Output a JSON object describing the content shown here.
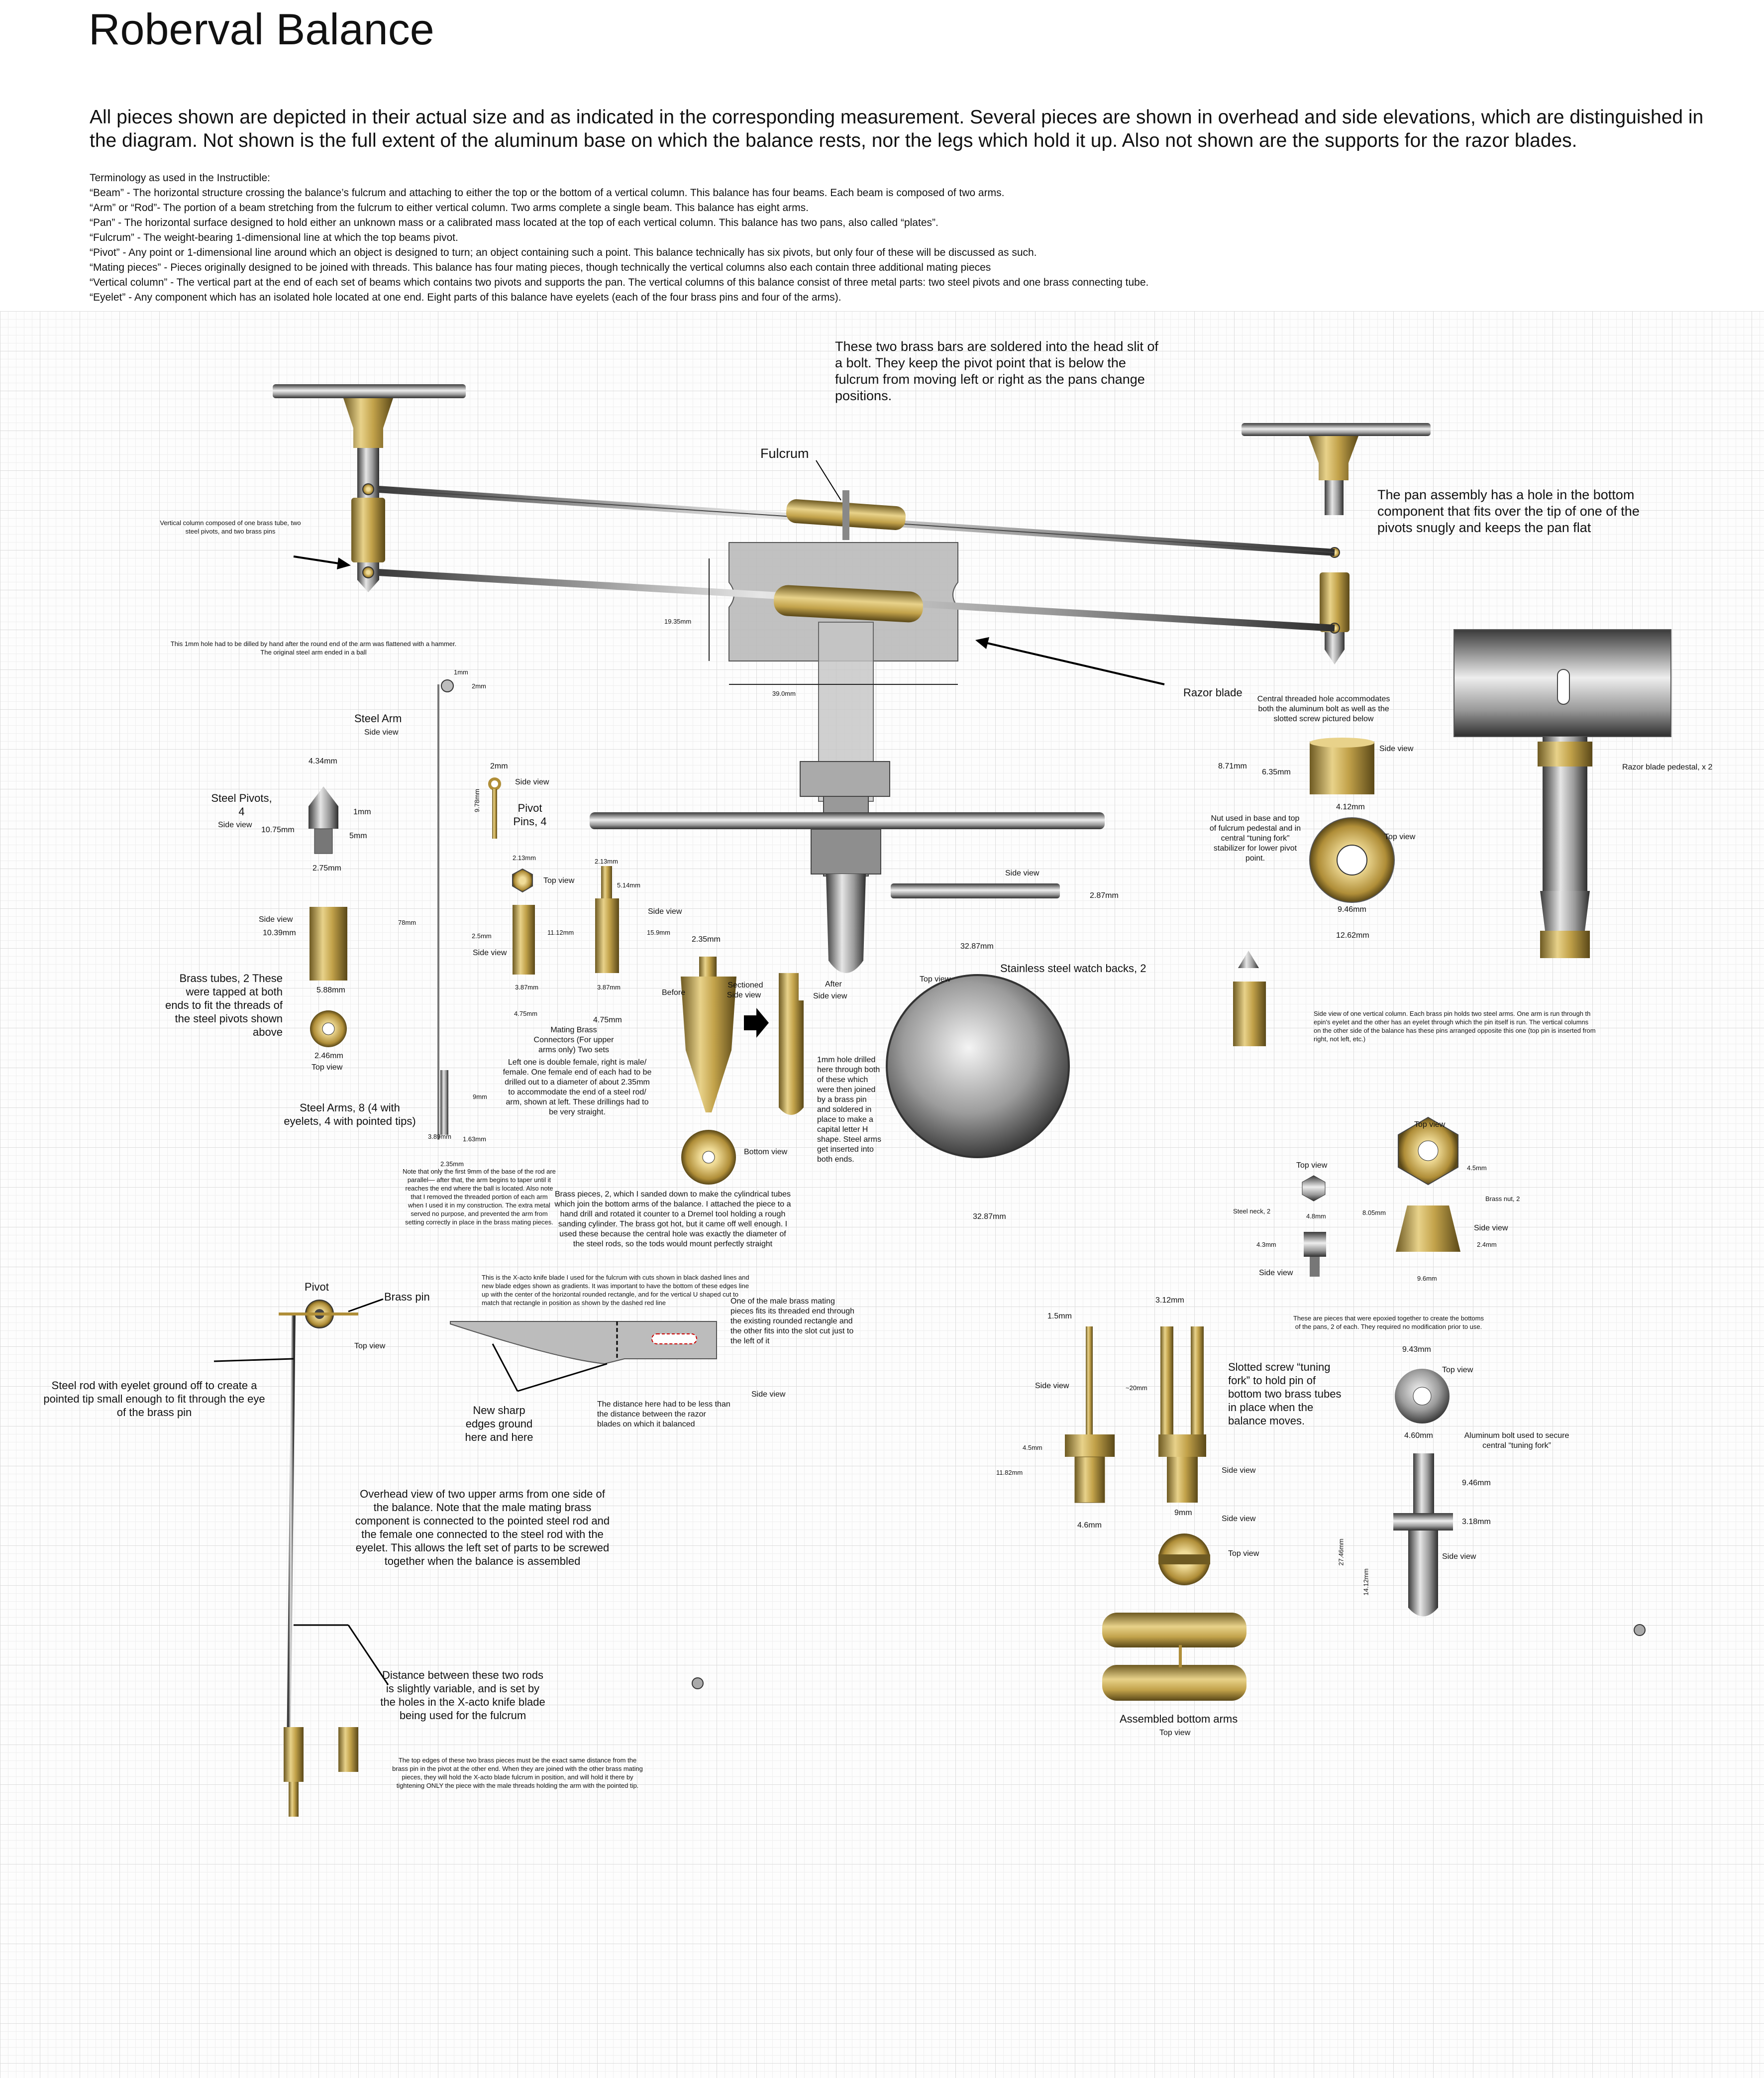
{
  "title": "Roberval Balance",
  "intro": "All pieces shown are depicted in their actual size and as indicated in the corresponding measurement.  Several pieces are shown in overhead and side elevations, which are distinguished in the diagram.  Not shown is the full extent of the aluminum base on which the balance rests, nor the legs which hold it up.  Also not shown are the supports for the razor blades.",
  "terminology": {
    "heading": "Terminology as used in the Instructible:",
    "items": [
      "“Beam” - The horizontal structure crossing the balance’s fulcrum and attaching to either the top or the bottom of a vertical column.  This balance has four beams.  Each beam is composed of two arms.",
      "“Arm”  or “Rod”- The portion of a beam stretching from the fulcrum to either vertical column.  Two arms complete a single beam.  This balance has eight arms.",
      "“Pan” - The horizontal surface designed to hold either an unknown mass or a calibrated mass located at the top of each vertical column.  This balance has two pans, also called “plates”.",
      "“Fulcrum” - The weight-bearing 1-dimensional line at which the top beams pivot.",
      "“Pivot” - Any point or 1-dimensional line around which an object is designed to turn; an object containing such a point.  This balance technically has six pivots, but only four of these will be discussed as such.",
      "“Mating pieces” - Pieces originally designed to be joined with threads.  This balance has four mating pieces, though technically the vertical columns also each contain three additional mating pieces",
      "“Vertical column” - The vertical part at the end of each set of beams which contains two pivots and supports the pan.  The vertical columns of this balance consist of three metal parts: two steel pivots and one brass connecting tube.",
      "“Eyelet” - Any component which has  an isolated hole located at one end.  Eight parts of this balance have eyelets (each of the four brass pins and four of the arms)."
    ]
  },
  "colors": {
    "brass": "#c2a24a",
    "brass_dark": "#6e5a22",
    "steel": "#9a9a9a",
    "grid": "#dcdcdc",
    "blade": "#b4b4b4"
  },
  "labels": {
    "brass_bars_note": "These two brass bars are soldered into the head slit of a bolt. They keep the pivot point that is below the fulcrum from moving left or right as the pans change positions.",
    "fulcrum": "Fulcrum",
    "pan_assembly_note": "The pan assembly has a hole in the bottom component that fits over the tip of one of the pivots snugly and keeps the pan flat",
    "vertical_column_note": "Vertical column composed of one brass tube, two steel pivots, and two brass pins",
    "dim_19_35": "19.35mm",
    "dim_39_0": "39.0mm",
    "razor_blade": "Razor blade",
    "drill_note": "This 1mm hole had to be dilled by hand after the round end of the arm was flattened with a hammer. The original steel arm ended in a  ball",
    "dim_1mm_a": "1mm",
    "dim_2mm_a": "2mm",
    "steel_arm": "Steel Arm",
    "side_view_arm": "Side view",
    "dim_2mm_pin": "2mm",
    "side_view_pin": "Side view",
    "pivot_pins": "Pivot Pins, 4",
    "dim_9_78": "9.78mm",
    "dim_4_34": "4.34mm",
    "steel_pivots": "Steel Pivots, 4",
    "side_view_pivots": "Side view",
    "dim_10_75": "10.75mm",
    "dim_1mm_b": "1mm",
    "dim_5mm": "5mm",
    "dim_2_75": "2.75mm",
    "dim_78mm": "78mm",
    "side_view_tube": "Side view",
    "dim_10_39": "10.39mm",
    "brass_tubes_note": "Brass tubes, 2 These were tapped at both ends to fit the threads of the steel pivots shown above",
    "dim_5_88": "5.88mm",
    "dim_2_46": "2.46mm",
    "top_view_tube": "Top view",
    "dim_2_13a": "2.13mm",
    "top_view_conn": "Top view",
    "dim_2_13b": "2.13mm",
    "dim_5_14": "5.14mm",
    "side_view_conn_r": "Side view",
    "dim_15_9": "15.9mm",
    "dim_11_12": "11.12mm",
    "dim_2_5": "2.5mm",
    "side_view_conn_l": "Side view",
    "dim_3_87a": "3.87mm",
    "dim_3_87b": "3.87mm",
    "dim_4_75a": "4.75mm",
    "dim_4_75b": "4.75mm",
    "mating_conn_note": "Mating Brass Connectors (For upper arms only) Two sets",
    "mating_left_note": "Left one is double female, right is male/ female. One female end of each had to be drilled out to a diameter of about 2.35mm to accommodate the end of a steel rod/ arm, shown at left.  These drillings had to be very straight.",
    "steel_arms_note": "Steel Arms, 8 (4 with eyelets, 4 with pointed tips)",
    "dim_9mm_arm": "9mm",
    "dim_3_89": "3.89mm",
    "dim_1_63": "1.63mm",
    "dim_2_35_arm": "2.35mm",
    "arm_first_note": "Note that only the first 9mm of the base of the rod are parallel— after that, the arm begins to taper until it reaches the end where the ball is located.  Also note that I removed the threaded portion of each arm when I used it in my construction.  The extra metal served no purpose, and prevented the arm from setting correctly in place in the brass mating pieces.",
    "dim_2_35_top": "2.35mm",
    "sectioned": "Sectioned",
    "sectioned_side": "Side view",
    "before": "Before",
    "after": "After",
    "after_side": "Side view",
    "hole_note": "1mm hole drilled here through both of these which were then joined by a brass pin and soldered in place to make a capital letter H shape.  Steel arms get inserted into both ends.",
    "bottom_view": "Bottom view",
    "brass_pieces_note": "Brass pieces, 2, which I sanded down to make the cylindrical tubes which join the bottom arms of the balance.  I attached the piece to a hand drill and rotated it counter to a Dremel tool holding a rough sanding cylinder.  The brass got hot, but it came off well enough.  I used these because the central hole was exactly the diameter of the steel rods, so the tods would mount perfectly straight",
    "side_view_watch": "Side view",
    "dim_2_87": "2.87mm",
    "dim_32_87a": "32.87mm",
    "stainless_note": "Stainless steel watch backs, 2",
    "top_view_watch": "Top view",
    "dim_32_87b": "32.87mm",
    "central_hole_note": "Central threaded hole accommodates both the aluminum bolt as well as the slotted screw pictured below",
    "dim_8_71": "8.71mm",
    "dim_6_35": "6.35mm",
    "side_view_nut": "Side view",
    "nut_note": "Nut used in base and top of fulcrum pedestal and in central “tuning fork” stabilizer for lower pivot point.",
    "dim_4_12": "4.12mm",
    "top_view_nut": "Top view",
    "dim_9_46a": "9.46mm",
    "dim_12_62": "12.62mm",
    "razor_pedestal": "Razor blade pedestal, x 2",
    "column_side_note": "Side view of one vertical column.  Each brass pin holds two steel arms.  One arm is run through th epin's eyelet and the other has an eyelet through which the pin itself is run.  The vertical columns on the other side of the balance has these pins arranged opposite this one (top pin is inserted from right, not left, etc.)",
    "top_view_brassnut": "Top view",
    "top_view_steelneck": "Top view",
    "dim_4_5": "4.5mm",
    "brass_nut": "Brass nut, 2",
    "steel_neck": "Steel neck, 2",
    "dim_4_8": "4.8mm",
    "dim_8_05": "8.05mm",
    "dim_4_3": "4.3mm",
    "side_view_brassnut": "Side view",
    "dim_2_4": "2.4mm",
    "side_view_steelneck": "Side view",
    "dim_9_6": "9.6mm",
    "pivot": "Pivot",
    "brass_pin": "Brass pin",
    "top_view_pin": "Top view",
    "xacto_note": "This is the X-acto knife blade I used for the fulcrum with cuts shown in black dashed lines and new blade edges shown as gradients.  It was important to have the bottom of these edges line up with the center of the horizontal rounded rectangle, and for the vertical U shaped cut to match that rectangle in position as shown by the dashed red line",
    "male_mating_note": "One of the male brass mating pieces fits its threaded end through the existing rounded rectangle and the other fits into the slot cut just to the left of it",
    "side_view_xacto": "Side view",
    "distance_note": "The distance here had to be less than the distance between the razor blades on which it balanced",
    "new_edges": "New sharp edges ground here and here",
    "steel_rod_note": "Steel rod with eyelet ground off to create a pointed tip small enough to fit through the eye of the brass pin",
    "overhead_note": "Overhead view of two upper arms from one side of the balance.  Note that the male mating brass component is connected to the pointed steel rod and the female one connected to the steel rod with the eyelet.  This allows the left set of parts to be screwed together when the balance is assembled",
    "distance_rods_note": "Distance between these two rods is slightly variable, and is set by the holes in the X-acto knife blade being used for the fulcrum",
    "top_edges_note": "The top edges of these two brass pieces must be the exact same distance from the brass pin in the pivot at the other end.  When they are joined with the other brass mating pieces, they will hold the X-acto blade fulcrum in position, and will hold it there by tightening ONLY the piece with the male threads holding the arm with the pointed tip.",
    "dim_1_5": "1.5mm",
    "dim_3_12": "3.12mm",
    "side_view_fork": "Side view",
    "dim_20": "~20mm",
    "slotted_note": "Slotted screw “tuning fork” to hold pin of bottom two brass tubes in place when the balance moves.",
    "dim_11_82": "11.82mm",
    "dim_4_5b": "4.5mm",
    "side_view_fork2": "Side view",
    "dim_4_6": "4.6mm",
    "dim_9mm_fork": "9mm",
    "side_view_fork3": "Side view",
    "top_view_fork": "Top view",
    "epoxied_note": "These are pieces that were epoxied together to create the bottoms of the pans,  2 of each. They required no modification prior to use.",
    "dim_9_43": "9.43mm",
    "top_view_bolt": "Top view",
    "dim_4_60": "4.60mm",
    "aluminum_bolt": "Aluminum bolt used to secure central “tuning fork”",
    "dim_9_46b": "9.46mm",
    "dim_3_18": "3.18mm",
    "dim_27_46": "27.46mm",
    "dim_14_12": "14.12mm",
    "side_view_bolt": "Side view",
    "assembled": "Assembled bottom arms",
    "top_view_assembled": "Top view"
  }
}
